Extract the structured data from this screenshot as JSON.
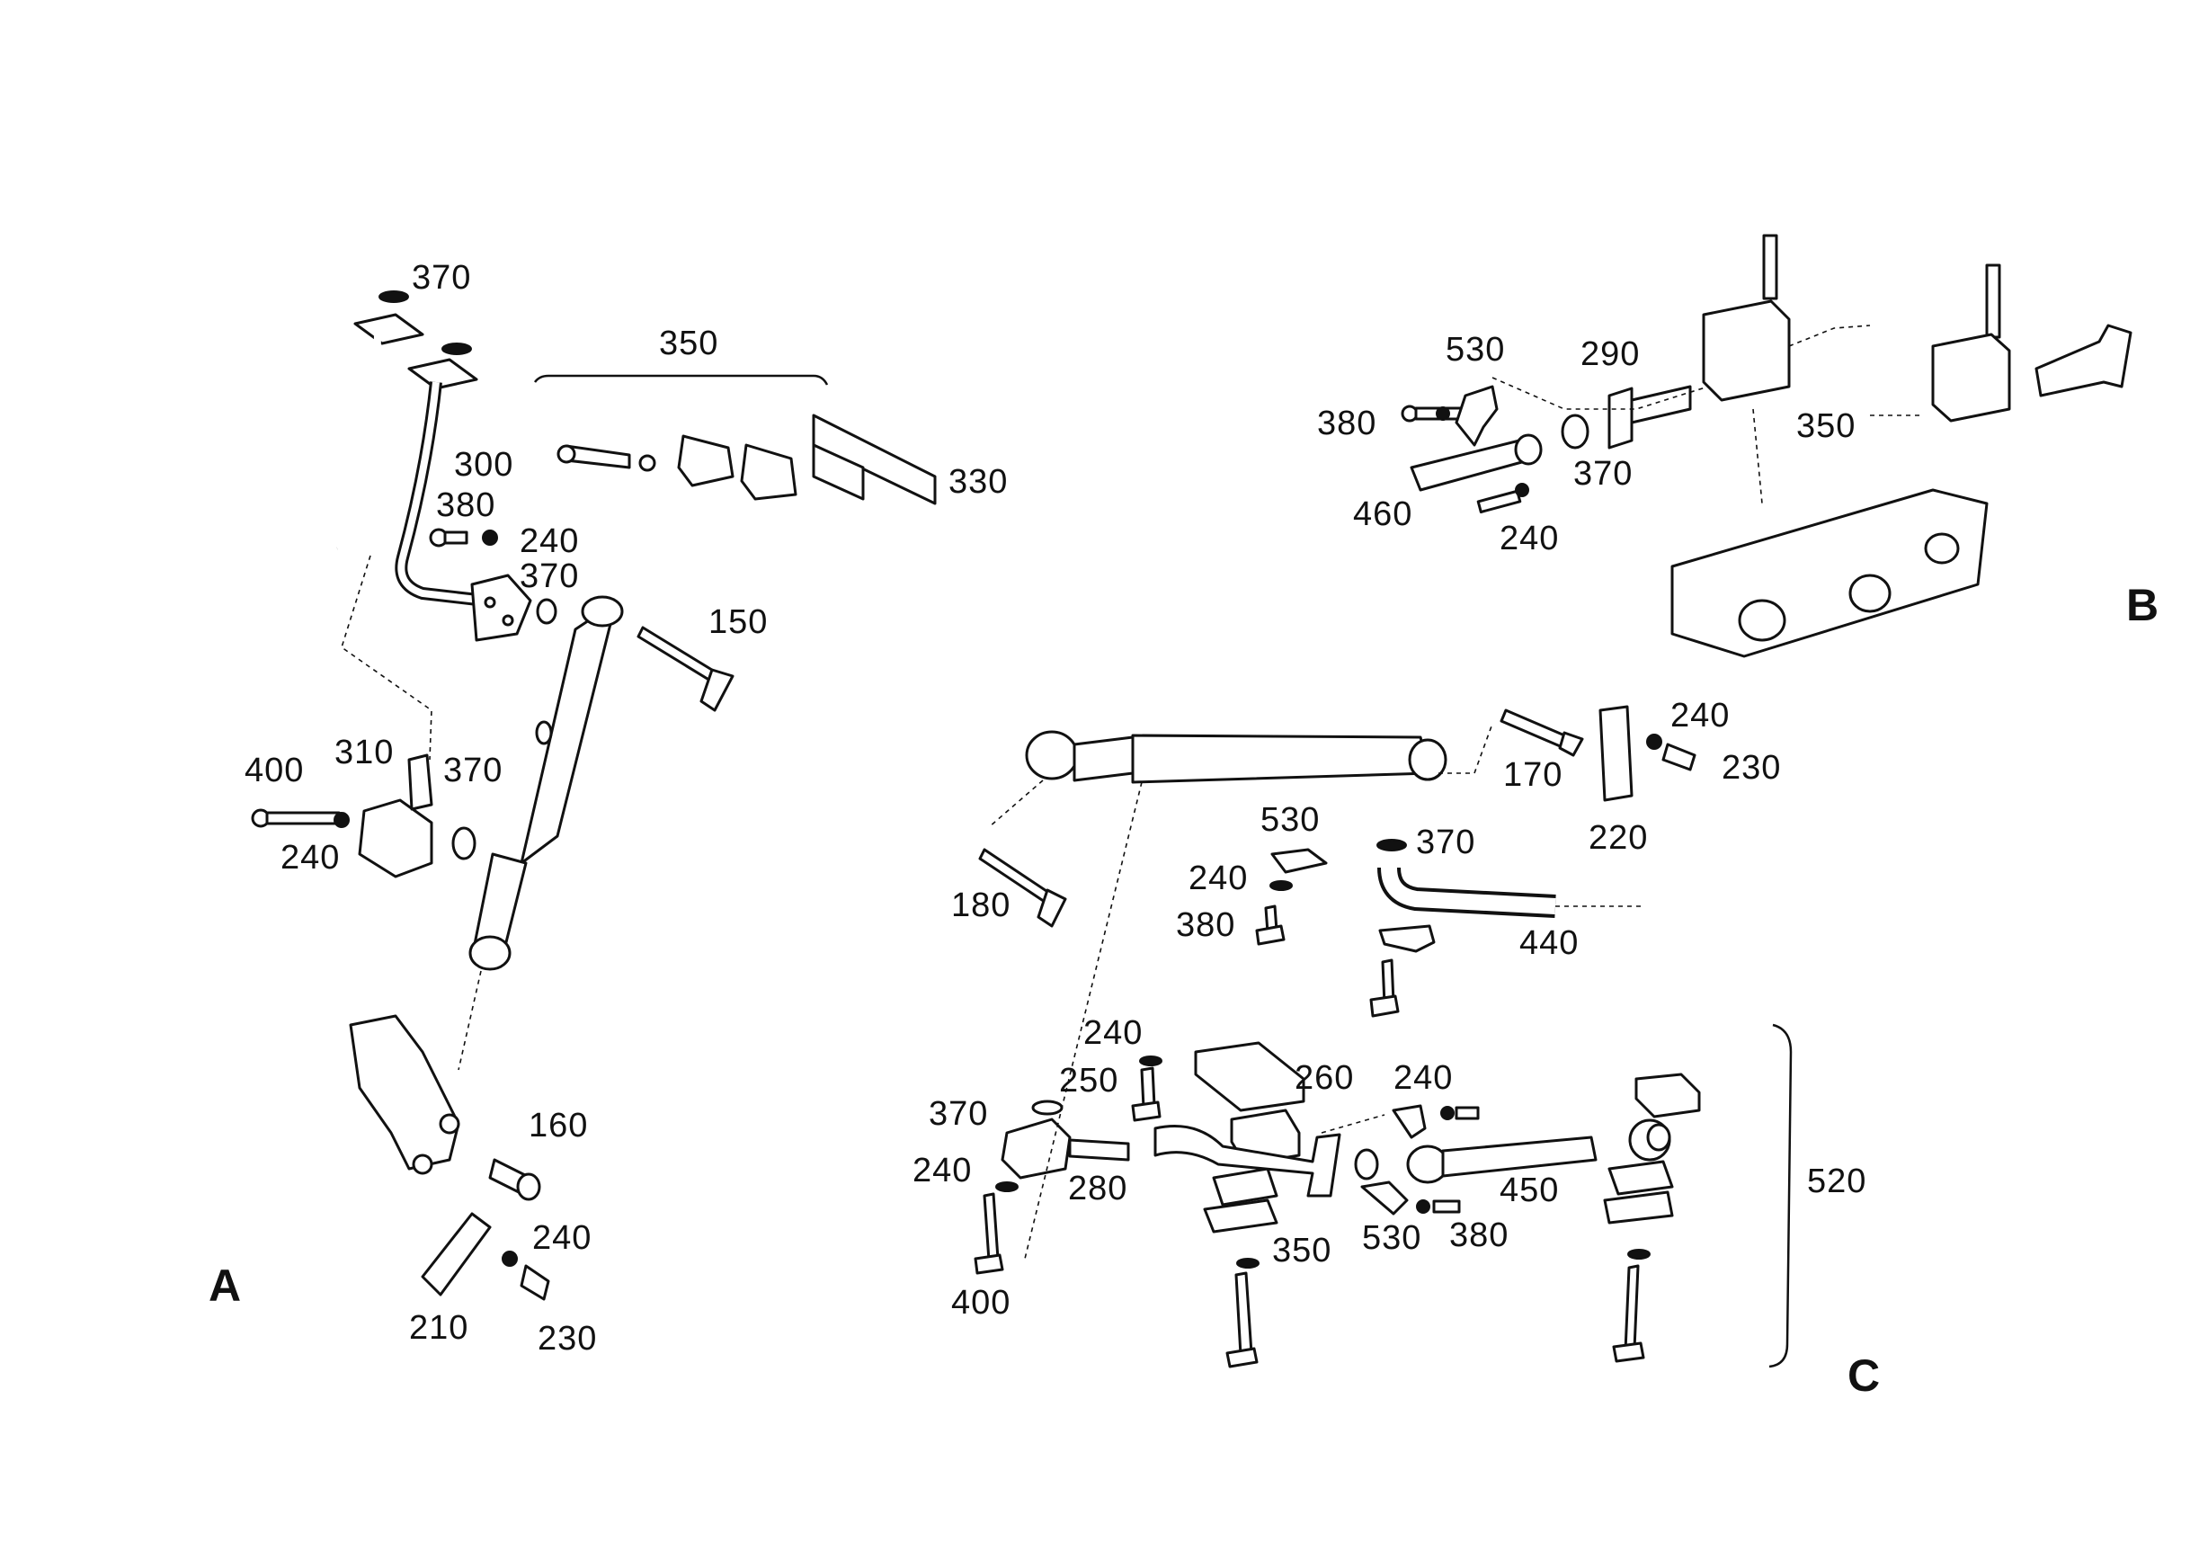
{
  "sections": {
    "a": "A",
    "b": "B",
    "c": "C"
  },
  "labels": {
    "a": {
      "n370_top": "370",
      "n350": "350",
      "n300": "300",
      "n330": "330",
      "n380": "380",
      "n240_a": "240",
      "n370_b": "370",
      "n150": "150",
      "n400": "400",
      "n310": "310",
      "n370_c": "370",
      "n240_b": "240",
      "n160": "160",
      "n240_c": "240",
      "n210": "210",
      "n230": "230"
    },
    "b": {
      "n530": "530",
      "n290": "290",
      "n380": "380",
      "n350": "350",
      "n370": "370",
      "n460": "460",
      "n240": "240"
    },
    "c": {
      "n240_a": "240",
      "n170": "170",
      "n230": "230",
      "n220": "220",
      "n530_a": "530",
      "n370_a": "370",
      "n240_b": "240",
      "n180": "180",
      "n380_a": "380",
      "n440": "440",
      "n240_c": "240",
      "n260": "260",
      "n250": "250",
      "n240_d": "240",
      "n370_b": "370",
      "n520": "520",
      "n240_e": "240",
      "n280": "280",
      "n450": "450",
      "n530_b": "530",
      "n380_b": "380",
      "n350": "350",
      "n400": "400"
    }
  }
}
